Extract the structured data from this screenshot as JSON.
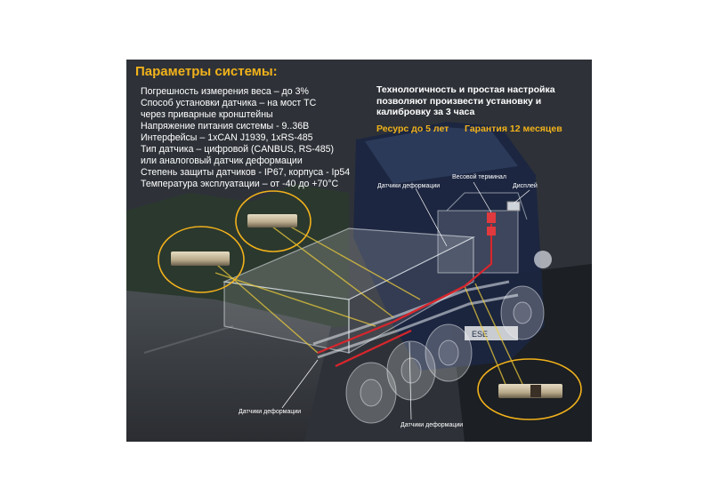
{
  "title": "Параметры системы:",
  "params": [
    "Погрешность измерения веса – до 3%",
    "Способ установки датчика – на мост ТС",
    "через приварные кронштейны",
    "Напряжение питания системы - 9..36В",
    "Интерфейсы – 1xCAN J1939, 1xRS-485",
    "Тип датчика – цифровой (CANBUS, RS-485)",
    "или аналоговый датчик деформации",
    "Степень защиты датчиков - IP67, корпуса - Ip54",
    "Температура эксплуатации – от -40 до +70°С"
  ],
  "headline": "Технологичность и простая настройка позволяют произвести установку и калибровку за 3 часа",
  "resource": "Ресурс до 5 лет",
  "warranty": "Гарантия 12 месяцев",
  "callouts": {
    "sensors_top": "Датчики деформации",
    "terminal": "Весовой терминал",
    "display": "Дисплей",
    "sensors_bottom_left": "Датчики деформации",
    "sensors_bottom_right": "Датчики деформации"
  },
  "plate": "ESE",
  "colors": {
    "accent": "#f2b21b",
    "text": "#ffffff",
    "cable": "#d7262c",
    "highlight": "#f4d13a"
  }
}
